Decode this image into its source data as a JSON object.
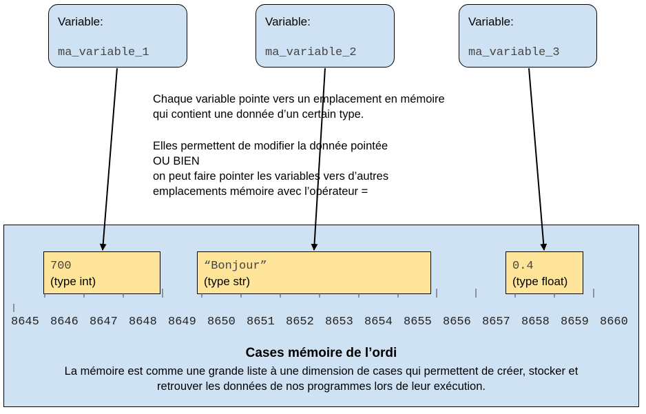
{
  "variables": [
    {
      "label": "Variable:",
      "name": "ma_variable_1"
    },
    {
      "label": "Variable:",
      "name": "ma_variable_2"
    },
    {
      "label": "Variable:",
      "name": "ma_variable_3"
    }
  ],
  "explanation": {
    "line1": "Chaque variable pointe vers un emplacement en mémoire",
    "line2": "qui contient une donnée d’un certain type.",
    "line3": "Elles permettent de modifier la donnée pointée",
    "line4": "OU BIEN",
    "line5": "on peut faire pointer les variables vers d’autres",
    "line6": "emplacements mémoire avec l’opérateur ="
  },
  "cells": [
    {
      "value": "700",
      "type": "(type int)"
    },
    {
      "value": "“Bonjour”",
      "type": "(type str)"
    },
    {
      "value": "0.4",
      "type": "(type float)"
    }
  ],
  "addresses": [
    "8645",
    "8646",
    "8647",
    "8648",
    "8649",
    "8650",
    "8651",
    "8652",
    "8653",
    "8654",
    "8655",
    "8656",
    "8657",
    "8658",
    "8659",
    "8660"
  ],
  "memory": {
    "title": "Cases mémoire de l’ordi",
    "desc1": "La mémoire est comme une grande liste à une dimension de cases qui permettent de créer, stocker et",
    "desc2": "retrouver les données de nos programmes lors de leur exécution."
  },
  "colors": {
    "variable_fill": "#cfe2f3",
    "memory_fill": "#cfe2f3",
    "cell_fill": "#ffe599"
  }
}
